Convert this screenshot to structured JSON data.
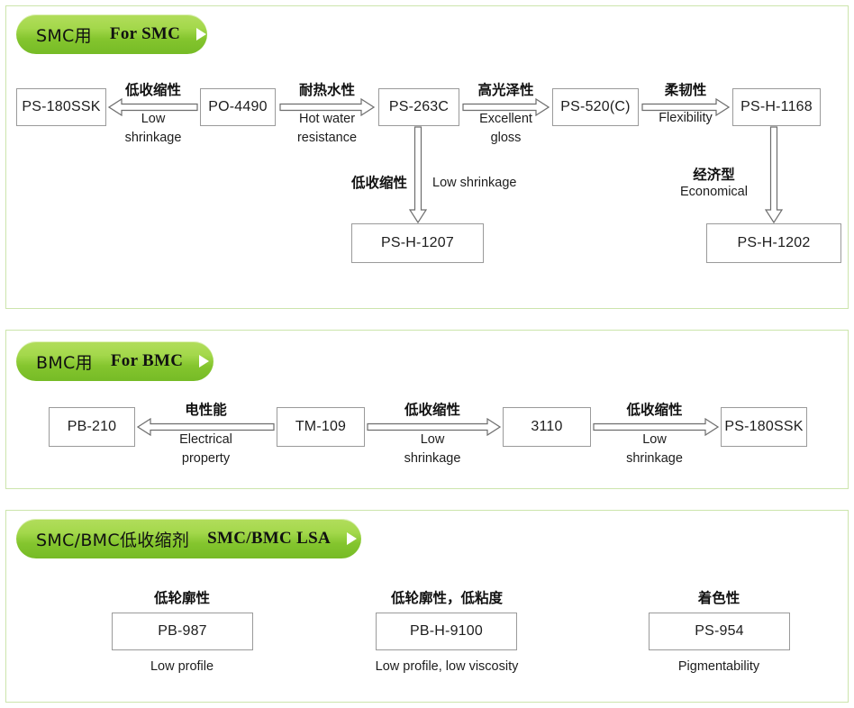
{
  "colors": {
    "pill_light": "#b2dd5c",
    "pill_dark": "#76bb26",
    "panel_border": "#cce5ac",
    "box_border": "#9a9a9a",
    "arrow_stroke": "#6e6e6e",
    "text": "#1d1d1d",
    "background": "#ffffff"
  },
  "sections": [
    {
      "id": "smc",
      "header": {
        "cn": "SMC用",
        "en": "For SMC",
        "arrow_icon": "triangle-right-icon"
      },
      "boxes": [
        {
          "id": "ps-180ssk",
          "label": "PS-180SSK"
        },
        {
          "id": "po-4490",
          "label": "PO-4490"
        },
        {
          "id": "ps-263c",
          "label": "PS-263C"
        },
        {
          "id": "ps-520c",
          "label": "PS-520(C)"
        },
        {
          "id": "ps-h-1168",
          "label": "PS-H-1168"
        },
        {
          "id": "ps-h-1207",
          "label": "PS-H-1207"
        },
        {
          "id": "ps-h-1202",
          "label": "PS-H-1202"
        }
      ],
      "arrows": [
        {
          "id": "po4490-to-ps180ssk",
          "from": "PO-4490",
          "to": "PS-180SSK",
          "direction": "left",
          "cn": "低收缩性",
          "en": "Low\nshrinkage",
          "en_line1": "Low",
          "en_line2": "shrinkage"
        },
        {
          "id": "po4490-to-ps263c",
          "from": "PO-4490",
          "to": "PS-263C",
          "direction": "right",
          "cn": "耐热水性",
          "en_line1": "Hot water",
          "en_line2": "resistance"
        },
        {
          "id": "ps263c-to-ps520c",
          "from": "PS-263C",
          "to": "PS-520(C)",
          "direction": "right",
          "cn": "高光泽性",
          "en_line1": "Excellent",
          "en_line2": "gloss"
        },
        {
          "id": "ps520c-to-psh1168",
          "from": "PS-520(C)",
          "to": "PS-H-1168",
          "direction": "right",
          "cn": "柔韧性",
          "en_line1": "Flexibility",
          "en_line2": ""
        },
        {
          "id": "ps263c-to-psh1207",
          "from": "PS-263C",
          "to": "PS-H-1207",
          "direction": "down",
          "cn": "低收缩性",
          "en_line1": "Low shrinkage",
          "en_line2": ""
        },
        {
          "id": "psh1168-to-psh1202",
          "from": "PS-H-1168",
          "to": "PS-H-1202",
          "direction": "down",
          "cn": "经济型",
          "en_line1": "Economical",
          "en_line2": ""
        }
      ]
    },
    {
      "id": "bmc",
      "header": {
        "cn": "BMC用",
        "en": "For BMC",
        "arrow_icon": "triangle-right-icon"
      },
      "boxes": [
        {
          "id": "pb-210",
          "label": "PB-210"
        },
        {
          "id": "tm-109",
          "label": "TM-109"
        },
        {
          "id": "3110",
          "label": "3110"
        },
        {
          "id": "ps-180ssk",
          "label": "PS-180SSK"
        }
      ],
      "arrows": [
        {
          "id": "tm109-to-pb210",
          "from": "TM-109",
          "to": "PB-210",
          "direction": "left",
          "cn": "电性能",
          "en_line1": "Electrical",
          "en_line2": "property"
        },
        {
          "id": "tm109-to-3110",
          "from": "TM-109",
          "to": "3110",
          "direction": "right",
          "cn": "低收缩性",
          "en_line1": "Low",
          "en_line2": "shrinkage"
        },
        {
          "id": "3110-to-ps180ssk",
          "from": "3110",
          "to": "PS-180SSK",
          "direction": "right",
          "cn": "低收缩性",
          "en_line1": "Low",
          "en_line2": "shrinkage"
        }
      ]
    },
    {
      "id": "lsa",
      "header": {
        "cn": "SMC/BMC低收缩剂",
        "en": "SMC/BMC LSA",
        "arrow_icon": "triangle-right-icon"
      },
      "items": [
        {
          "id": "pb-987",
          "caption_cn": "低轮廓性",
          "label": "PB-987",
          "caption_en": "Low profile"
        },
        {
          "id": "pb-h-9100",
          "caption_cn": "低轮廓性，低粘度",
          "label": "PB-H-9100",
          "caption_en": "Low profile, low viscosity"
        },
        {
          "id": "ps-954",
          "caption_cn": "着色性",
          "label": "PS-954",
          "caption_en": "Pigmentability"
        }
      ]
    }
  ]
}
